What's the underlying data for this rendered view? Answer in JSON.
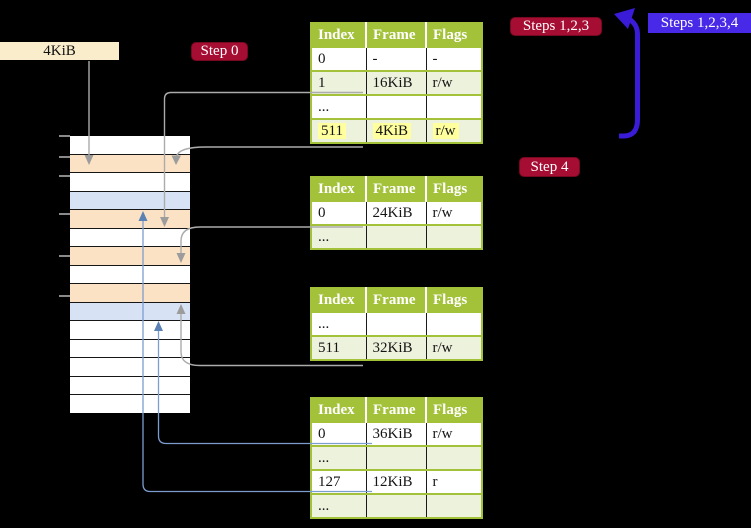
{
  "labels": {
    "page_size": "4KiB",
    "step0": "Step 0",
    "steps123": "Steps 1,2,3",
    "steps1234": "Steps 1,2,3,4",
    "step4": "Step 4"
  },
  "tables": {
    "headers": [
      "Index",
      "Frame",
      "Flags"
    ],
    "t1": {
      "rows": [
        [
          "0",
          "-",
          "-"
        ],
        [
          "1",
          "16KiB",
          "r/w"
        ],
        [
          "...",
          "",
          ""
        ],
        [
          "511",
          "4KiB",
          "r/w"
        ]
      ]
    },
    "t2": {
      "rows": [
        [
          "0",
          "24KiB",
          "r/w"
        ],
        [
          "...",
          "",
          ""
        ]
      ]
    },
    "t3": {
      "rows": [
        [
          "...",
          "",
          ""
        ],
        [
          "511",
          "32KiB",
          "r/w"
        ]
      ]
    },
    "t4": {
      "rows": [
        [
          "0",
          "36KiB",
          "r/w"
        ],
        [
          "...",
          "",
          ""
        ],
        [
          "127",
          "12KiB",
          "r"
        ],
        [
          "...",
          "",
          ""
        ]
      ]
    }
  },
  "stack": {
    "rows": [
      "white",
      "peach",
      "white",
      "blue",
      "peach",
      "white",
      "peach",
      "white",
      "peach",
      "blue",
      "white",
      "white",
      "white",
      "white",
      "white"
    ]
  },
  "connections": [
    {
      "from": "label-4KiB",
      "to": "memory-frame-4KiB"
    },
    {
      "from": "table1-row-511",
      "to": "memory-frame-4KiB"
    },
    {
      "from": "table1-row-1",
      "to": "memory-frame-16KiB"
    },
    {
      "from": "table2-row-0",
      "to": "memory-frame-24KiB"
    },
    {
      "from": "table3-row-511",
      "to": "memory-frame-32KiB"
    },
    {
      "from": "table4-row-0",
      "to": "memory-frame-36KiB"
    },
    {
      "from": "table4-row-127",
      "to": "memory-frame-12KiB"
    }
  ],
  "colors": {
    "header_green": "#A3C139",
    "row_tint": "#EDF2DC",
    "highlight_yellow": "#FFFF9E",
    "frame_peach": "#FCE2C4",
    "frame_blue": "#D7E3F5",
    "label_cream": "#FAEDCB",
    "label_crimson": "#A60D33",
    "label_violet": "#4829E8",
    "loop_arrow_indigo": "#3A1BD8",
    "gray_line": "#ABABAB",
    "blue_line": "#7D9DCF"
  }
}
